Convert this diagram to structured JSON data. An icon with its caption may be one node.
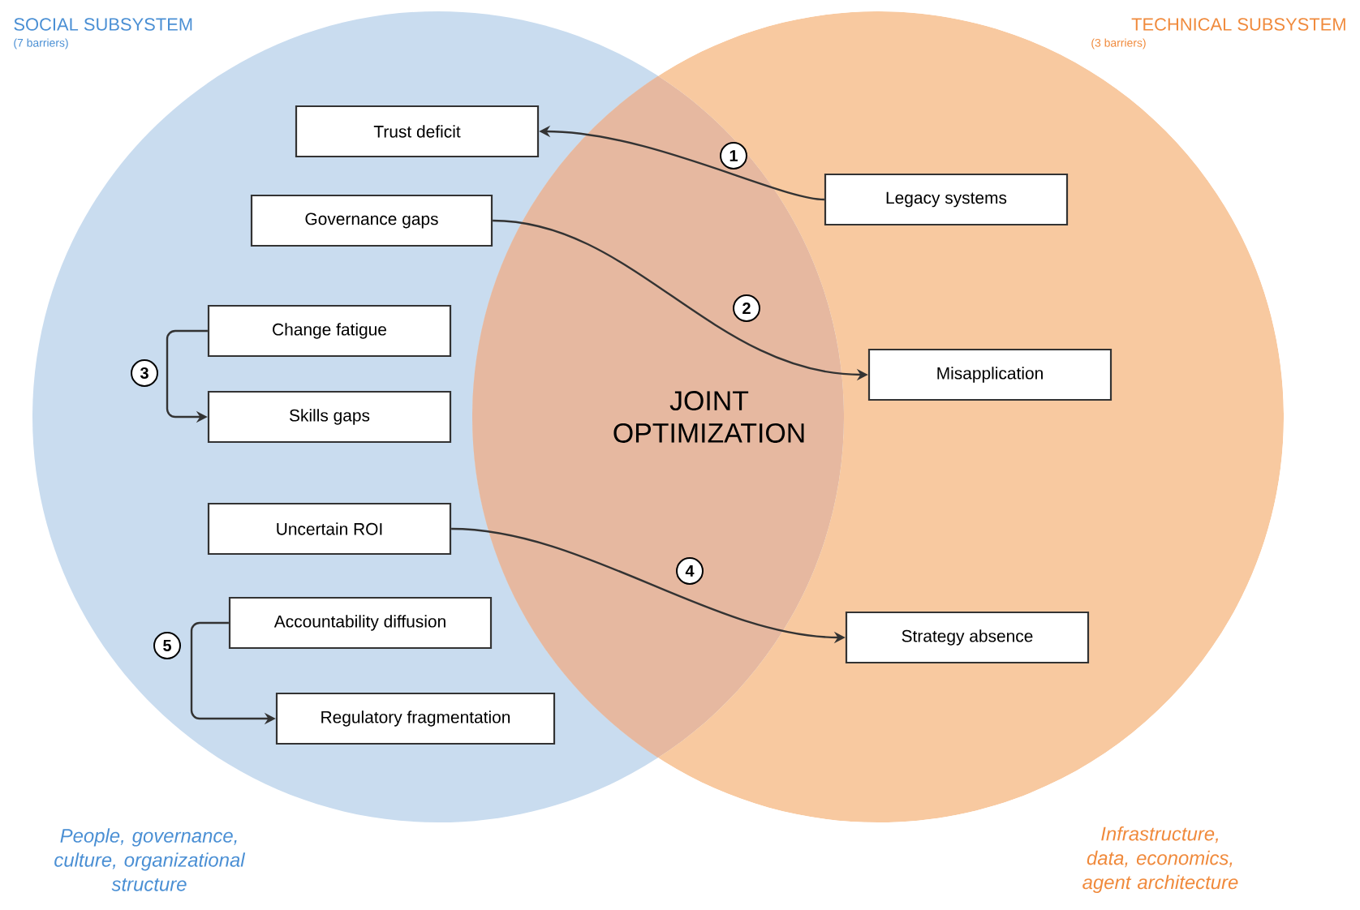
{
  "diagram": {
    "nodes": [
      {
        "text": [
          "SOCIAL SUBSYSTEM",
          "(7 barriers)"
        ],
        "beside": [
          "People, governance, culture, organizational structure"
        ]
      },
      {
        "text": [
          "TECHNICAL SUBSYSTEM",
          "(3 barriers)"
        ],
        "beside": [
          "Infrastructure, data, economics, agent architecture"
        ]
      },
      {
        "text": [
          "Trust deficit"
        ],
        "in": 0
      },
      {
        "text": [
          "Governance gaps"
        ],
        "in": 0
      },
      {
        "text": [
          "Change fatigue"
        ],
        "in": 0
      },
      {
        "text": [
          "Skills gaps"
        ],
        "in": 0
      },
      {
        "text": [
          "Uncertain ROI"
        ],
        "in": 0
      },
      {
        "text": [
          "Accountability diffusion"
        ],
        "in": 0
      },
      {
        "text": [
          "Regulatory fragmentation"
        ],
        "in": 0
      },
      {
        "text": [
          "Legacy systems"
        ],
        "in": 1
      },
      {
        "text": [
          "Misapplication"
        ],
        "in": 1
      },
      {
        "text": [
          "Strategy absence"
        ],
        "in": 1
      }
    ],
    "edges": [
      {
        "from": 9,
        "to": 2,
        "arrow": "to",
        "label": "1"
      },
      {
        "from": 3,
        "to": 10,
        "arrow": "to",
        "label": "2"
      },
      {
        "from": 4,
        "to": 5,
        "arrow": "to",
        "label": "3"
      },
      {
        "from": 6,
        "to": 11,
        "arrow": "to",
        "label": "4"
      },
      {
        "from": 7,
        "to": 8,
        "arrow": "to",
        "label": "5"
      }
    ],
    "labels": [
      "JOINT OPTIMIZATION"
    ]
  }
}
